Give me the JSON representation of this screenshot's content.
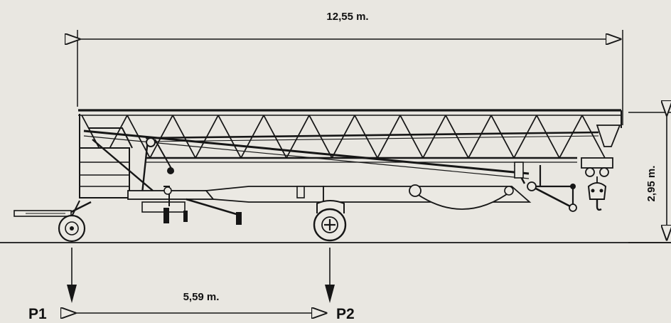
{
  "dimensions": {
    "overall_length": "12,55 m.",
    "height": "2,95 m.",
    "axle_spacing": "5,59 m."
  },
  "loads": {
    "front": "P1",
    "rear": "P2"
  },
  "colors": {
    "ink": "#161616",
    "paper": "#e9e7e1"
  }
}
